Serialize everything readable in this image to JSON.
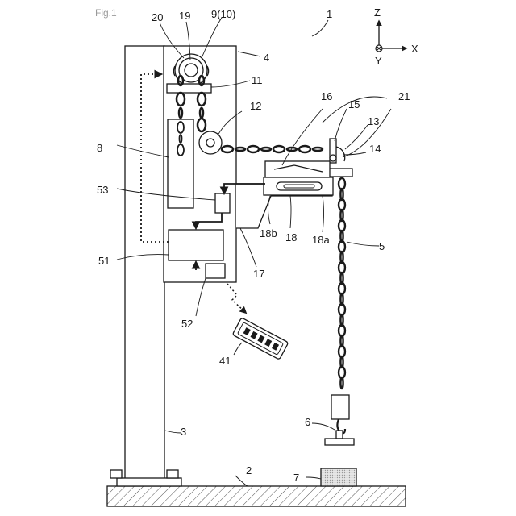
{
  "figure_label": "Fig.1",
  "labels": {
    "n1": "1",
    "n2": "2",
    "n3": "3",
    "n4": "4",
    "n5": "5",
    "n6": "6",
    "n7": "7",
    "n8": "8",
    "n9_10": "9(10)",
    "n11": "11",
    "n12": "12",
    "n13": "13",
    "n14": "14",
    "n15": "15",
    "n16": "16",
    "n17": "17",
    "n18": "18",
    "n18a": "18a",
    "n18b": "18b",
    "n19": "19",
    "n20": "20",
    "n21": "21",
    "n41": "41",
    "n51": "51",
    "n52": "52",
    "n53": "53"
  },
  "axes": {
    "z": "Z",
    "x": "X",
    "y": "Y"
  },
  "colors": {
    "line": "#1a1a1a",
    "hatch": "#555555",
    "weight_fill": "#cfcfcf",
    "figure_label": "#9a9a9a"
  }
}
